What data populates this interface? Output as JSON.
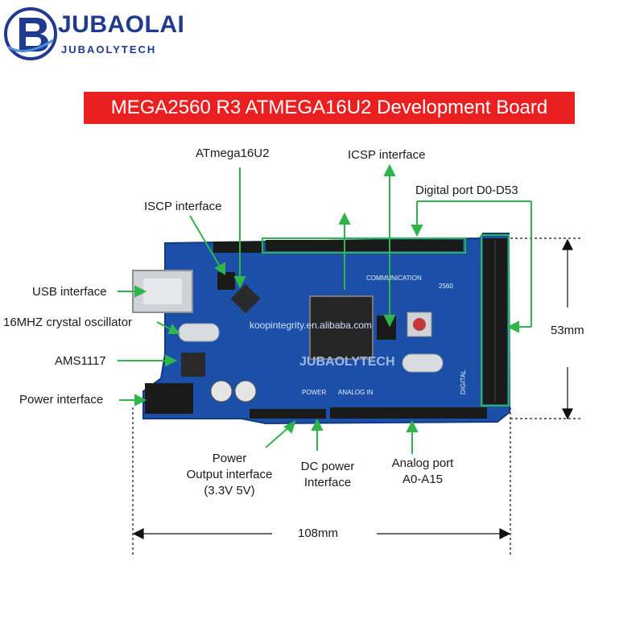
{
  "brand": {
    "name": "JUBAOLAI",
    "subtitle": "JUBAOLYTECH",
    "logo_color": "#1f3a8f"
  },
  "title": {
    "text": "MEGA2560 R3 ATMEGA16U2 Development Board",
    "background": "#ea2020"
  },
  "callouts": {
    "atmega16u2": "ATmega16U2",
    "icsp_interface": "ICSP interface",
    "iscp_interface": "ISCP interface",
    "digital_port": "Digital port D0-D53",
    "usb_interface": "USB interface",
    "crystal": "16MHZ crystal oscillator",
    "ams1117": "AMS1117",
    "power_interface": "Power interface",
    "power_output": [
      "Power",
      "Output interface",
      "(3.3V 5V)"
    ],
    "dc_power": [
      "DC power",
      "Interface"
    ],
    "analog_port": [
      "Analog port",
      "A0-A15"
    ]
  },
  "dimensions": {
    "height": "53mm",
    "width": "108mm"
  },
  "board": {
    "color": "#1c4fa8",
    "arrow_color": "#2fb54a",
    "silkscreen": {
      "communication": "COMMUNICATION",
      "analog_in": "ANALOG IN",
      "power": "POWER",
      "digital": "DIGITAL",
      "model": "2560",
      "watermark": "koopintegrity.en.alibaba.com",
      "brand_mark": "JUBAOLYTECH"
    }
  }
}
